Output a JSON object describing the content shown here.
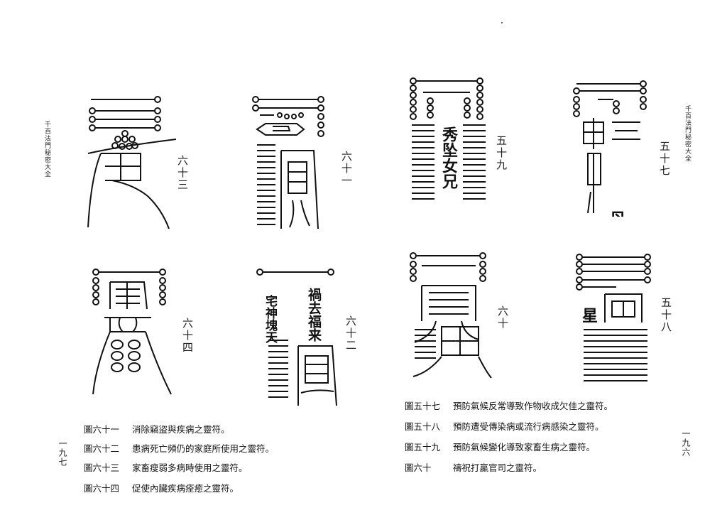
{
  "left_page": {
    "header": "千百法門秘密大全",
    "page_number": "一九七",
    "figure_labels": {
      "f63": "六十三",
      "f61": "六十一",
      "f64": "六十四",
      "f62": "六十二"
    },
    "handwritten": {
      "f62_col1": "宅神塊天",
      "f62_col2": "禍去福来"
    },
    "captions": [
      {
        "num": "圖六十一",
        "text": "消除竊盜與疾病之靈符。"
      },
      {
        "num": "圖六十二",
        "text": "患病死亡頻仍的家庭所使用之靈符。"
      },
      {
        "num": "圖六十三",
        "text": "家畜瘦弱多病時使用之靈符。"
      },
      {
        "num": "圖六十四",
        "text": "促使內臟疾病痊癒之靈符。"
      }
    ]
  },
  "right_page": {
    "header": "千百法門秘密大全",
    "page_number": "一九六",
    "figure_labels": {
      "f59": "五十九",
      "f57": "五十七",
      "f60": "六十",
      "f58": "五十八"
    },
    "handwritten": {
      "f59": "秀坠女兄",
      "f57": "丹怨",
      "f58": "星"
    },
    "captions": [
      {
        "num": "圖五十七",
        "text": "預防氣候反常導致作物收成欠佳之靈符。"
      },
      {
        "num": "圖五十八",
        "text": "預防遭受傳染病或流行病感染之靈符。"
      },
      {
        "num": "圖五十九",
        "text": "預防氣候變化導致家畜生病之靈符。"
      },
      {
        "num": "圖六十",
        "text": "禱祝打贏官司之靈符。"
      }
    ]
  }
}
